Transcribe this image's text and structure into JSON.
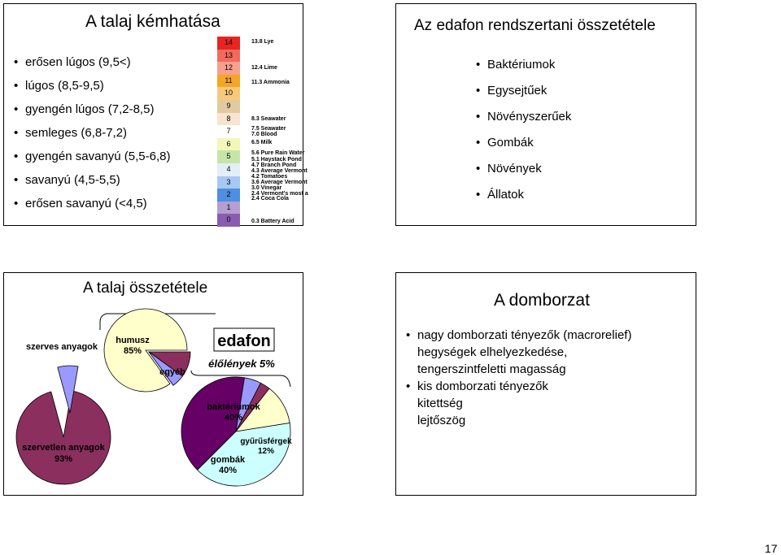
{
  "slide1": {
    "title": "A talaj kémhatása",
    "items": [
      {
        "label": "erősen lúgos (9,5<)"
      },
      {
        "label": "lúgos (8,5-9,5)"
      },
      {
        "label": "gyengén lúgos (7,2-8,5)"
      },
      {
        "label": "semleges (6,8-7,2)"
      },
      {
        "label": "gyengén savanyú (5,5-6,8)"
      },
      {
        "label": "savanyú (4,5-5,5)"
      },
      {
        "label": "erősen savanyú (<4,5)"
      }
    ],
    "ph_scale": {
      "levels": [
        {
          "value": "14",
          "color": "#e8251f"
        },
        {
          "value": "13",
          "color": "#f26a5c"
        },
        {
          "value": "12",
          "color": "#f7a08e"
        },
        {
          "value": "11",
          "color": "#f5a623"
        },
        {
          "value": "10",
          "color": "#f8c97a"
        },
        {
          "value": "9",
          "color": "#e3c9a0"
        },
        {
          "value": "8",
          "color": "#f9e4d2"
        },
        {
          "value": "7",
          "color": "#ffffff"
        },
        {
          "value": "6",
          "color": "#f3f7b8"
        },
        {
          "value": "5",
          "color": "#c5e6a8"
        },
        {
          "value": "4",
          "color": "#e4eef9"
        },
        {
          "value": "3",
          "color": "#a8c8f2"
        },
        {
          "value": "2",
          "color": "#4d8fe0"
        },
        {
          "value": "1",
          "color": "#b49fd0"
        },
        {
          "value": "0",
          "color": "#8a5cb0"
        }
      ],
      "examples": [
        {
          "text": "13.8 Lye"
        },
        {
          "text": "12.4 Lime"
        },
        {
          "text": "11.3 Ammonia"
        },
        {
          "text": "8.3 Seawater"
        },
        {
          "text": "7.5 Seawater"
        },
        {
          "text": "7.0 Blood"
        },
        {
          "text": "6.5 Milk"
        },
        {
          "text": "5.6 Pure Rain Water"
        },
        {
          "text": "5.1 Haystack Pond"
        },
        {
          "text": "4.7 Branch Pond"
        },
        {
          "text": "4.3 Average Vermont"
        },
        {
          "text": "4.2 Tomatoes"
        },
        {
          "text": "3.6 Average Vermont"
        },
        {
          "text": "3.0 Vinegar"
        },
        {
          "text": "2.4 Vermont's most a"
        },
        {
          "text": "2.4 Coca Cola"
        },
        {
          "text": "0.3 Battery Acid"
        }
      ]
    }
  },
  "slide2": {
    "title": "Az edafon rendszertani összetétele",
    "items": [
      {
        "label": "Baktériumok"
      },
      {
        "label": "Egysejtűek"
      },
      {
        "label": "Növényszerűek"
      },
      {
        "label": "Gombák"
      },
      {
        "label": "Növények"
      },
      {
        "label": "Állatok"
      }
    ]
  },
  "slide3": {
    "title": "A talaj összetétele",
    "edafon_title": "edafon",
    "labels": {
      "szerves": "szerves anyagok",
      "szervetlen": "szervetlen anyagok",
      "szervetlen_pct": "93%",
      "humusz": "humusz",
      "humusz_pct": "85%",
      "egyeb": "egyéb",
      "elolenyek": "élőlények  5%",
      "bakteriumok": "baktériumok",
      "bakteriumok_pct": "40%",
      "gombak": "gombák",
      "gombak_pct": "40%",
      "gyurusfergek": "gyűrűsférgek",
      "gyurusfergek_pct": "12%"
    },
    "colors": {
      "maroon": "#8b2f5e",
      "lavender": "#9999ff",
      "cream": "#ffffcc",
      "lightcyan": "#ccffff",
      "darkpurple": "#660066"
    },
    "chart_data": [
      {
        "type": "pie",
        "slices": [
          {
            "name": "szervetlen anyagok",
            "value": 93
          },
          {
            "name": "szerves anyagok",
            "value": 7
          }
        ]
      },
      {
        "type": "pie",
        "slices": [
          {
            "name": "humusz",
            "value": 85
          },
          {
            "name": "egyéb",
            "value": 10
          },
          {
            "name": "élőlények",
            "value": 5
          }
        ]
      },
      {
        "type": "pie",
        "slices": [
          {
            "name": "baktériumok",
            "value": 40
          },
          {
            "name": "gombák",
            "value": 40
          },
          {
            "name": "gyűrűsférgek",
            "value": 12
          },
          {
            "name": "",
            "value": 5
          },
          {
            "name": "",
            "value": 3
          }
        ]
      }
    ]
  },
  "slide4": {
    "title": "A domborzat",
    "items": [
      {
        "label": "nagy domborzati tényezők (macrorelief)",
        "sub": [
          "hegységek elhelyezkedése,",
          "tengerszintfeletti magasság"
        ]
      },
      {
        "label": "kis domborzati tényezők",
        "sub": [
          "kitettség",
          "lejtőszög"
        ]
      }
    ]
  },
  "page_number": "17"
}
